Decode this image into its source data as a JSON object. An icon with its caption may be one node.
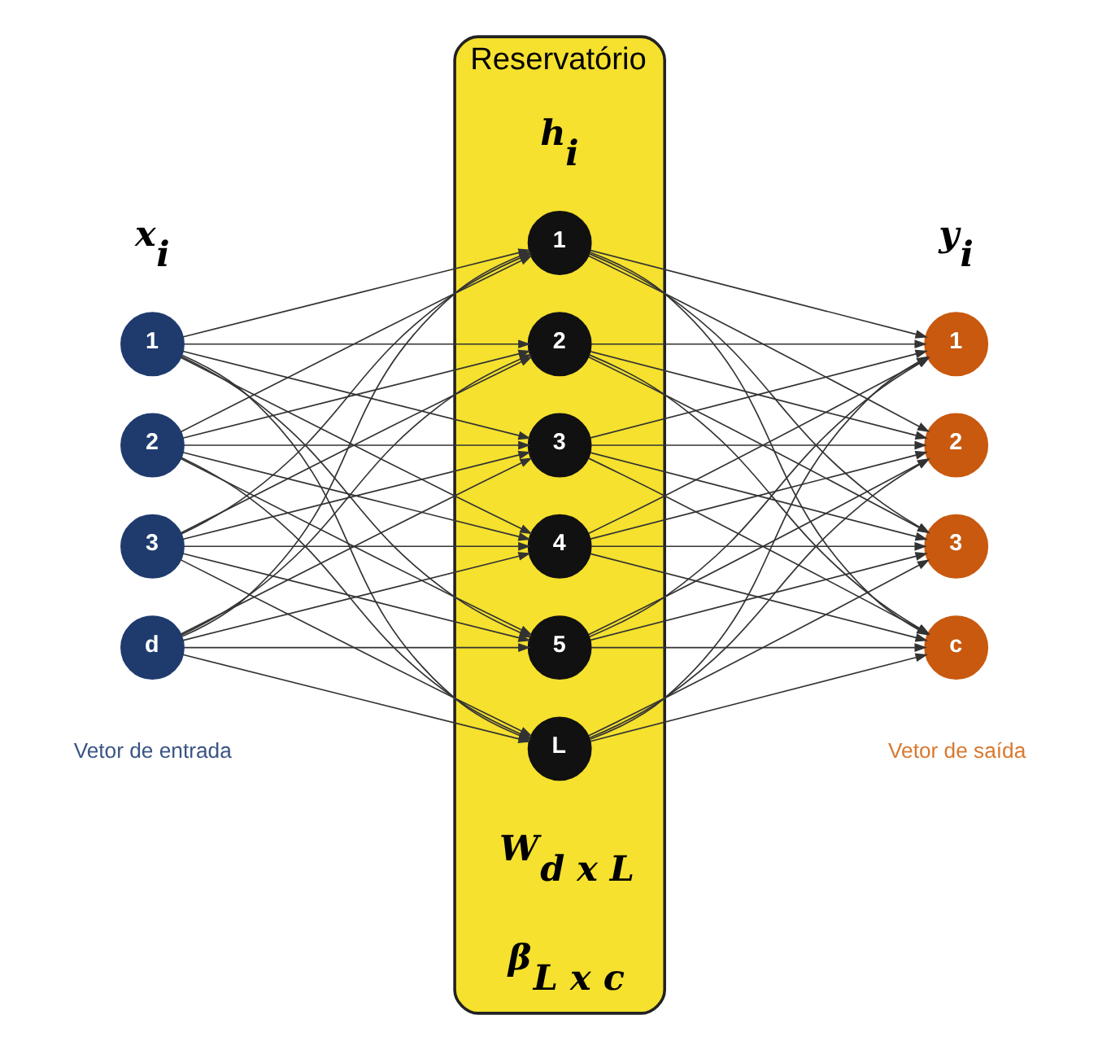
{
  "diagram": {
    "nodes": [
      {
        "text": [
          "Reservatório"
        ]
      },
      {
        "text": [
          "1"
        ]
      },
      {
        "text": [
          "2"
        ]
      },
      {
        "text": [
          "3"
        ]
      },
      {
        "text": [
          "d"
        ]
      },
      {
        "text": [
          "1"
        ],
        "in": 0
      },
      {
        "text": [
          "2"
        ],
        "in": 0
      },
      {
        "text": [
          "3"
        ],
        "in": 0
      },
      {
        "text": [
          "4"
        ],
        "in": 0
      },
      {
        "text": [
          "5"
        ],
        "in": 0
      },
      {
        "text": [
          "L"
        ],
        "in": 0
      },
      {
        "text": [
          "1"
        ]
      },
      {
        "text": [
          "2"
        ]
      },
      {
        "text": [
          "3"
        ]
      },
      {
        "text": [
          "c"
        ]
      }
    ],
    "edges": [
      {
        "from": 1,
        "to": 5,
        "arrow": "to"
      },
      {
        "from": 1,
        "to": 6,
        "arrow": "to"
      },
      {
        "from": 1,
        "to": 7,
        "arrow": "to"
      },
      {
        "from": 1,
        "to": 8,
        "arrow": "to"
      },
      {
        "from": 1,
        "to": 9,
        "arrow": "to"
      },
      {
        "from": 1,
        "to": 10,
        "arrow": "to"
      },
      {
        "from": 2,
        "to": 5,
        "arrow": "to"
      },
      {
        "from": 2,
        "to": 6,
        "arrow": "to"
      },
      {
        "from": 2,
        "to": 7,
        "arrow": "to"
      },
      {
        "from": 2,
        "to": 8,
        "arrow": "to"
      },
      {
        "from": 2,
        "to": 9,
        "arrow": "to"
      },
      {
        "from": 2,
        "to": 10,
        "arrow": "to"
      },
      {
        "from": 3,
        "to": 5,
        "arrow": "to"
      },
      {
        "from": 3,
        "to": 6,
        "arrow": "to"
      },
      {
        "from": 3,
        "to": 7,
        "arrow": "to"
      },
      {
        "from": 3,
        "to": 8,
        "arrow": "to"
      },
      {
        "from": 3,
        "to": 9,
        "arrow": "to"
      },
      {
        "from": 3,
        "to": 10,
        "arrow": "to"
      },
      {
        "from": 4,
        "to": 5,
        "arrow": "to"
      },
      {
        "from": 4,
        "to": 6,
        "arrow": "to"
      },
      {
        "from": 4,
        "to": 7,
        "arrow": "to"
      },
      {
        "from": 4,
        "to": 8,
        "arrow": "to"
      },
      {
        "from": 4,
        "to": 9,
        "arrow": "to"
      },
      {
        "from": 4,
        "to": 10,
        "arrow": "to"
      },
      {
        "from": 5,
        "to": 11,
        "arrow": "to"
      },
      {
        "from": 5,
        "to": 12,
        "arrow": "to"
      },
      {
        "from": 5,
        "to": 13,
        "arrow": "to"
      },
      {
        "from": 5,
        "to": 14,
        "arrow": "to"
      },
      {
        "from": 6,
        "to": 11,
        "arrow": "to"
      },
      {
        "from": 6,
        "to": 12,
        "arrow": "to"
      },
      {
        "from": 6,
        "to": 13,
        "arrow": "to"
      },
      {
        "from": 6,
        "to": 14,
        "arrow": "to"
      },
      {
        "from": 7,
        "to": 11,
        "arrow": "to"
      },
      {
        "from": 7,
        "to": 12,
        "arrow": "to"
      },
      {
        "from": 7,
        "to": 13,
        "arrow": "to"
      },
      {
        "from": 7,
        "to": 14,
        "arrow": "to"
      },
      {
        "from": 8,
        "to": 11,
        "arrow": "to"
      },
      {
        "from": 8,
        "to": 12,
        "arrow": "to"
      },
      {
        "from": 8,
        "to": 13,
        "arrow": "to"
      },
      {
        "from": 8,
        "to": 14,
        "arrow": "to"
      },
      {
        "from": 9,
        "to": 11,
        "arrow": "to"
      },
      {
        "from": 9,
        "to": 12,
        "arrow": "to"
      },
      {
        "from": 9,
        "to": 13,
        "arrow": "to"
      },
      {
        "from": 9,
        "to": 14,
        "arrow": "to"
      },
      {
        "from": 10,
        "to": 11,
        "arrow": "to"
      },
      {
        "from": 10,
        "to": 12,
        "arrow": "to"
      },
      {
        "from": 10,
        "to": 13,
        "arrow": "to"
      },
      {
        "from": 10,
        "to": 14,
        "arrow": "to"
      }
    ],
    "labels": [
      "x$_{i}$",
      "h$_{i}$",
      "y$_{i}$",
      "W$_{d x L}$",
      "β$_{L x c}$",
      "Vetor de entrada",
      "Vetor de saída"
    ]
  }
}
